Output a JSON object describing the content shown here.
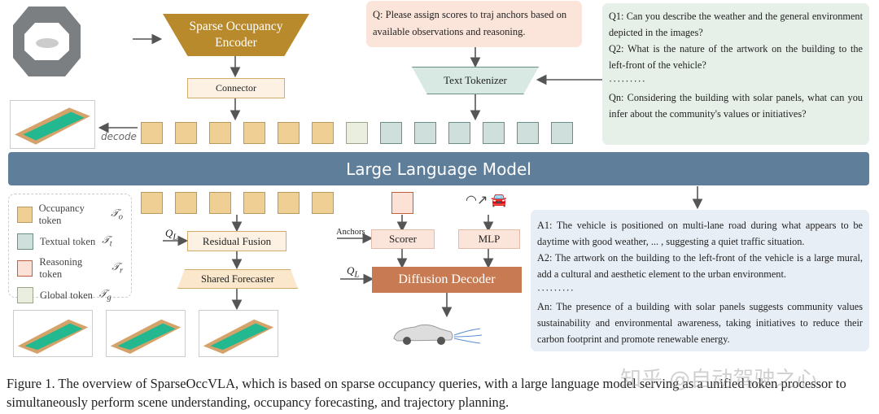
{
  "encoder": {
    "title_line1": "Sparse Occupancy",
    "title_line2": "Encoder"
  },
  "connector": "Connector",
  "decode_label": "decode",
  "question_box": "Q:  Please assign scores to traj anchors based on available observations and reasoning.",
  "text_tokenizer": "Text Tokenizer",
  "qa_questions": [
    "Q1:  Can you describe the weather and the general environment depicted in the images?",
    "Q2:  What is the nature of the artwork on the building to the left-front of the vehicle?",
    "Qn:  Considering the building with solar panels, what can you infer about the community's values or initiatives?"
  ],
  "qa_dots": "·········",
  "llm": "Large Language Model",
  "legend": [
    {
      "label": "Occupancy token",
      "symbol": "𝒯",
      "sub": "o",
      "color": "#efcf94"
    },
    {
      "label": "Textual token",
      "symbol": "𝒯",
      "sub": "t",
      "color": "#cfe0dc"
    },
    {
      "label": "Reasoning token",
      "symbol": "𝒯",
      "sub": "r",
      "color": "#fbe1d6"
    },
    {
      "label": "Global token",
      "symbol": "𝒯",
      "sub": "g",
      "color": "#e9eedf"
    }
  ],
  "ql": "Q",
  "ql_sub": "L",
  "residual_fusion": "Residual Fusion",
  "shared_forecaster": "Shared Forecaster",
  "anchors": "Anchors",
  "scorer": "Scorer",
  "mlp": "MLP",
  "diffusion_decoder": "Diffusion Decoder",
  "answers": [
    "A1:  The vehicle is positioned on multi-lane road during what appears to be daytime with good weather, ... , suggesting a quiet traffic situation.",
    "A2:  The artwork on the building to the left-front of the vehicle is a large mural, add a cultural and aesthetic element to the urban environment.",
    "An:  The presence of a building with solar panels suggests community values sustainability and environmental awareness, taking initiatives to reduce their carbon footprint and promote renewable energy."
  ],
  "caption": "Figure 1. The overview of SparseOccVLA, which is based on sparse occupancy queries, with a large language model serving as a unified token processor to simultaneously perform scene understanding, occupancy forecasting, and trajectory planning.",
  "watermark": "知乎 @自动驾驶之心",
  "colors": {
    "llm": "#5f7e99",
    "encoder": "#b98a2c",
    "diffusion": "#c87b52",
    "qa_top_bg": "#e6efe8",
    "qa_bottom_bg": "#e8eef5",
    "question_bg": "#fbe5da"
  }
}
